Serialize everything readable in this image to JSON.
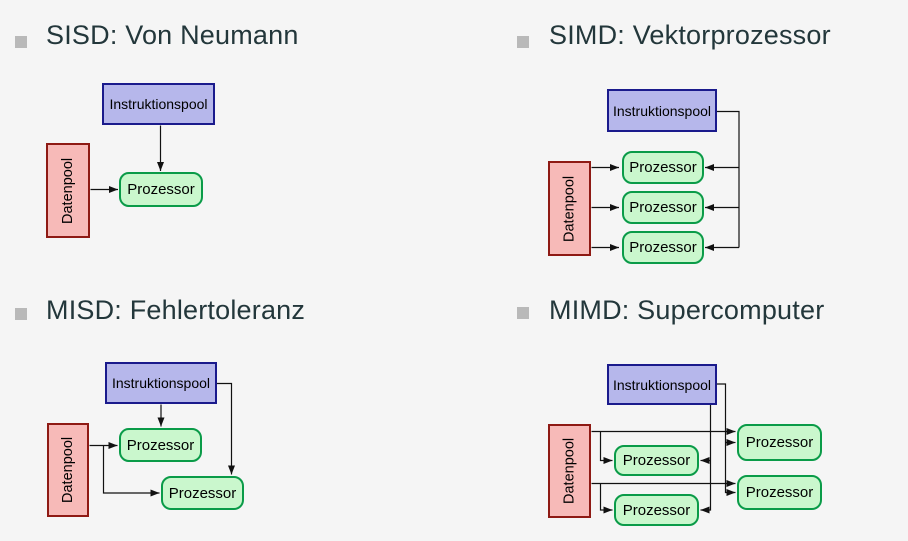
{
  "slide": {
    "background": "#f5f5f5",
    "bullet_color": "#b9b9b9",
    "title_color": "#23373b"
  },
  "labels": {
    "instruction_pool": "Instruktionspool",
    "data_pool": "Datenpool",
    "processor": "Prozessor"
  },
  "colors": {
    "instruction_fill": "#b6b7eb",
    "instruction_border": "#1a1a8c",
    "data_fill": "#f7bab8",
    "data_border": "#8e1a14",
    "processor_fill": "#caf7cd",
    "processor_border": "#0a9b48",
    "arrow": "#111111"
  },
  "sections": [
    {
      "id": "sisd",
      "title": "SISD: Von Neumann",
      "processor_count": 1
    },
    {
      "id": "simd",
      "title": "SIMD: Vektorprozessor",
      "processor_count": 3
    },
    {
      "id": "misd",
      "title": "MISD: Fehlertoleranz",
      "processor_count": 2
    },
    {
      "id": "mimd",
      "title": "MIMD: Supercomputer",
      "processor_count": 4
    }
  ]
}
